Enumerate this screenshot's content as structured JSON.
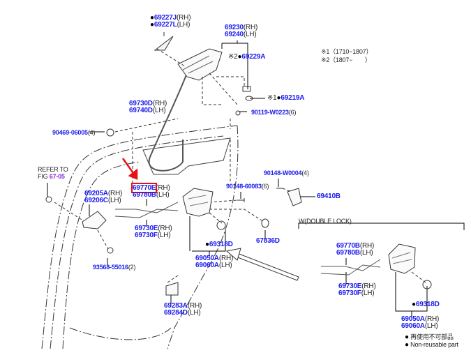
{
  "title": "Rear door lock parts diagram",
  "highlight_color": "#e81010",
  "part_color": "#1a1af0",
  "notes": {
    "n1": "※1（1710−1807）",
    "n2": "※2（1807−　　）"
  },
  "refer": {
    "line1": "REFER TO",
    "line2": "FIG",
    "fig": "67-05"
  },
  "double_lock": "W(DOUBLE LOCK)",
  "legend": {
    "jp": "再使用不可部品",
    "en": "Non-reusable part",
    "bullet": "●"
  },
  "parts": {
    "p69227J": {
      "code": "69227J",
      "sfx": "(RH)"
    },
    "p69227L": {
      "code": "69227L",
      "sfx": "(LH)"
    },
    "p69230": {
      "code": "69230",
      "sfx": "(RH)"
    },
    "p69240": {
      "code": "69240",
      "sfx": "(LH)"
    },
    "p69229A": {
      "prefix": "※2",
      "code": "69229A"
    },
    "p69219A": {
      "prefix": "※1",
      "code": "69219A"
    },
    "p69730D": {
      "code": "69730D",
      "sfx": "(RH)"
    },
    "p69740D": {
      "code": "69740D",
      "sfx": "(LH)"
    },
    "p90119": {
      "code": "90119-W0223",
      "sfx": "(6)"
    },
    "p90469": {
      "code": "90469-06005",
      "sfx": "(4)"
    },
    "p69770E": {
      "code": "69770E",
      "sfx": "(RH)"
    },
    "p69780B_1": {
      "code": "69780B",
      "sfx": "(LH)"
    },
    "p69205A": {
      "code": "69205A",
      "sfx": "(RH)"
    },
    "p69206C": {
      "code": "69206C",
      "sfx": "(LH)"
    },
    "p90148W": {
      "code": "90148-W0004",
      "sfx": "(4)"
    },
    "p90148_6": {
      "code": "90148-60083",
      "sfx": "(6)"
    },
    "p69410B": {
      "code": "69410B"
    },
    "p69730E_1": {
      "code": "69730E",
      "sfx": "(RH)"
    },
    "p69730F_1": {
      "code": "69730F",
      "sfx": "(LH)"
    },
    "p67836D": {
      "code": "67836D"
    },
    "p69318D_1": {
      "code": "69318D"
    },
    "p69050A_1": {
      "code": "69050A",
      "sfx": "(RH)"
    },
    "p69060A_1": {
      "code": "69060A",
      "sfx": "(LH)"
    },
    "p93568": {
      "code": "93568-55016",
      "sfx": "(2)"
    },
    "p69283A": {
      "code": "69283A",
      "sfx": "(RH)"
    },
    "p69284D": {
      "code": "69284D",
      "sfx": "(LH)"
    },
    "p69770B": {
      "code": "69770B",
      "sfx": "(RH)"
    },
    "p69780B_2": {
      "code": "69780B",
      "sfx": "(LH)"
    },
    "p69730E_2": {
      "code": "69730E",
      "sfx": "(RH)"
    },
    "p69730F_2": {
      "code": "69730F",
      "sfx": "(LH)"
    },
    "p69318D_2": {
      "code": "69318D"
    },
    "p69050A_2": {
      "code": "69050A",
      "sfx": "(RH)"
    },
    "p69060A_2": {
      "code": "69060A",
      "sfx": "(LH)"
    }
  }
}
